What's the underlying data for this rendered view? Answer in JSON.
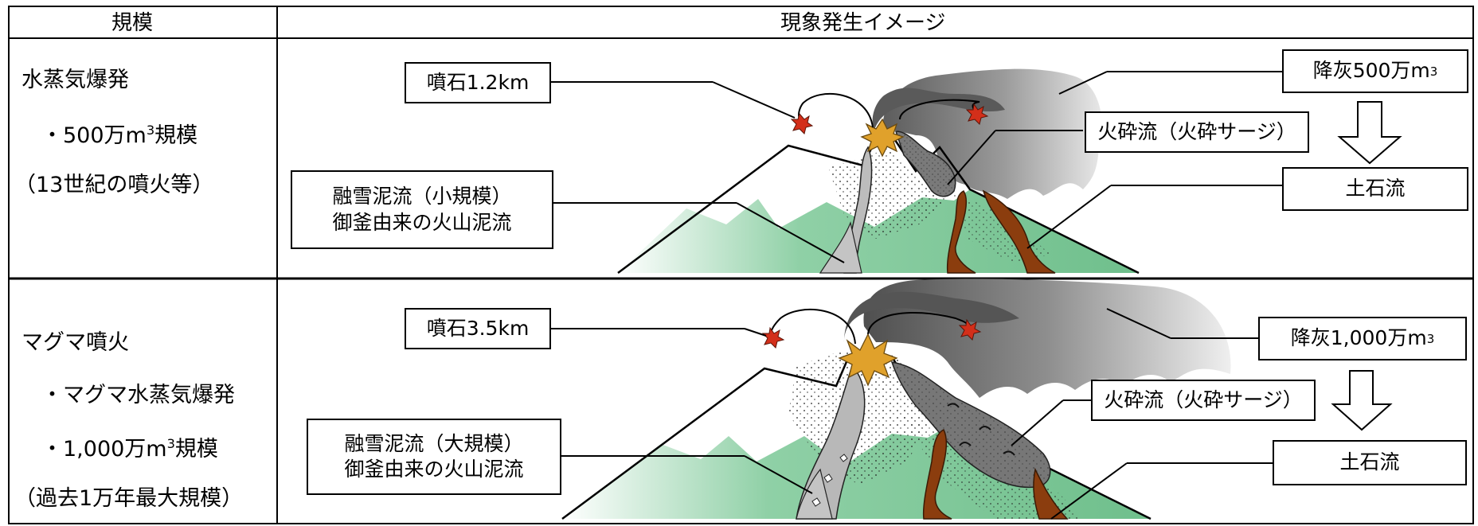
{
  "header": {
    "scale": "規模",
    "image": "現象発生イメージ"
  },
  "rows": [
    {
      "type": "水蒸気爆発",
      "scale_prefix": "・500万m",
      "scale_sup": "3",
      "scale_suffix": "規模",
      "example": "（13世紀の噴火等）",
      "labels": {
        "projectile": "噴石1.2km",
        "ash_prefix": "降灰500万m",
        "ash_sup": "3",
        "pyroclastic": "火砕流（火砕サージ）",
        "debris": "土石流",
        "lahar_line1": "融雪泥流（小規模）",
        "lahar_line2": "御釜由来の火山泥流"
      }
    },
    {
      "type": "マグマ噴火",
      "sub_type": "・マグマ水蒸気爆発",
      "scale_prefix": "・1,000万m",
      "scale_sup": "3",
      "scale_suffix": "規模",
      "example": "（過去1万年最大規模）",
      "labels": {
        "projectile": "噴石3.5km",
        "ash_prefix": "降灰1,000万m",
        "ash_sup": "3",
        "pyroclastic": "火砕流（火砕サージ）",
        "debris": "土石流",
        "lahar_line1": "融雪泥流（大規模）",
        "lahar_line2": "御釜由来の火山泥流"
      }
    }
  ],
  "icons": [
    "volcano-illustration",
    "ash-cloud-icon",
    "projectile-rock-icon",
    "explosion-icon",
    "down-arrow-icon"
  ],
  "colors": {
    "mountain_green": "#7fc79a",
    "ash_gray": "#6e6e6e",
    "mudflow_brown": "#8b3d0e",
    "explosion_orange": "#e0a12b",
    "rock_red": "#d32f1a",
    "lahar_gray": "#b8b8b8"
  }
}
